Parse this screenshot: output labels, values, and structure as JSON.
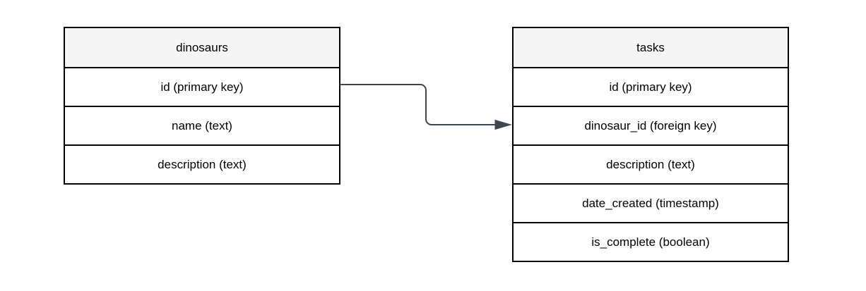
{
  "diagram": {
    "type": "entity-relationship",
    "tables": [
      {
        "name": "dinosaurs",
        "columns": [
          "id (primary key)",
          "name (text)",
          "description (text)"
        ]
      },
      {
        "name": "tasks",
        "columns": [
          "id (primary key)",
          "dinosaur_id (foreign key)",
          "description (text)",
          "date_created (timestamp)",
          "is_complete (boolean)"
        ]
      }
    ],
    "relationship": {
      "from_table": "dinosaurs",
      "from_column": "id (primary key)",
      "to_table": "tasks",
      "to_column": "dinosaur_id (foreign key)",
      "arrow_style": "filled-triangle, orthogonal stepped line with rounded corners"
    },
    "colors": {
      "border": "#000000",
      "header_fill": "#f5f5f5",
      "row_fill": "#ffffff",
      "text": "#000000",
      "connector": "#3f464e"
    }
  }
}
